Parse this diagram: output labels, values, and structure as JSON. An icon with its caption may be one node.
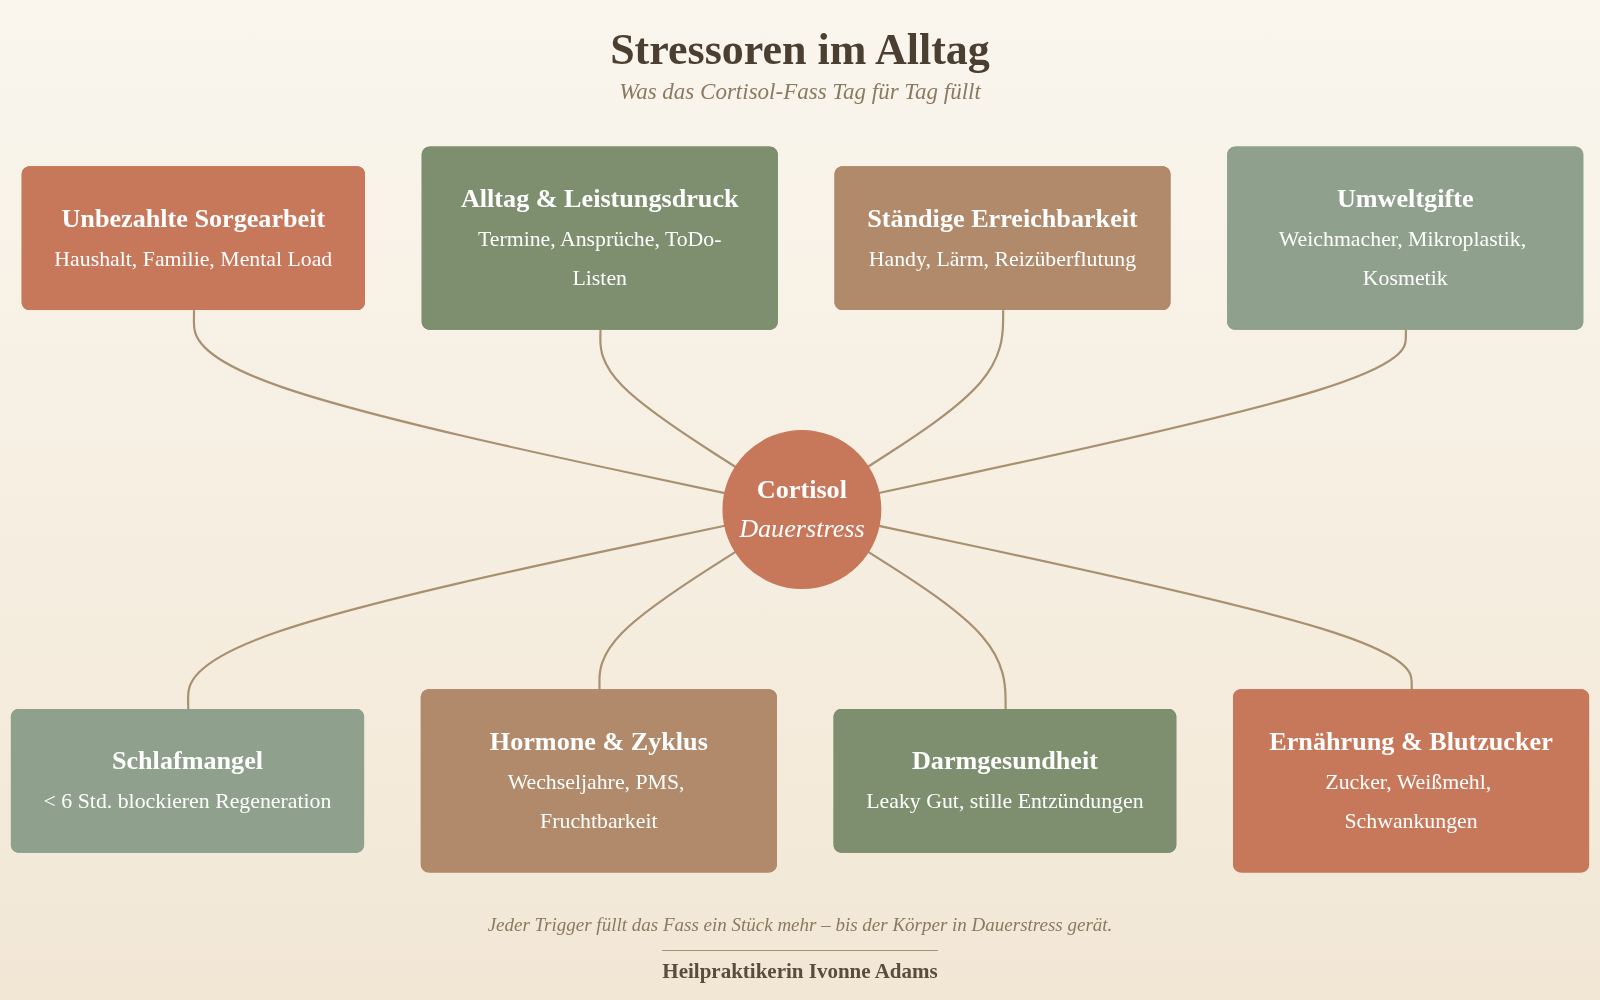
{
  "diagram": {
    "title": "Stressoren im Alltag",
    "caption": "Jeder Trigger füllt das Fass ein Stück mehr – bis der Körper in Dauerstress gerät.",
    "nodes": [
      {
        "text": [
          "Alltag & Leistungsdruck",
          "Termine, Ansprüche, ToDo-Listen"
        ]
      },
      {
        "text": [
          "Unbezahlte Sorgearbeit",
          "Haushalt, Familie, Mental Load"
        ]
      },
      {
        "text": [
          "Ständige Erreichbarkeit",
          "Handy, Lärm, Reizüberflutung"
        ]
      },
      {
        "text": [
          "Umweltgifte",
          "Weichmacher, Mikroplastik, Kosmetik"
        ]
      },
      {
        "text": [
          "Cortisol",
          "Dauerstress"
        ]
      },
      {
        "text": [
          "Schlafmangel",
          "< 6 Std. blockieren Regeneration"
        ]
      },
      {
        "text": [
          "Hormone & Zyklus",
          "Wechseljahre, PMS, Fruchtbarkeit"
        ]
      },
      {
        "text": [
          "Ernährung & Blutzucker",
          "Zucker, Weißmehl, Schwankungen"
        ]
      },
      {
        "text": [
          "Darmgesundheit",
          "Leaky Gut, stille Entzündungen"
        ]
      }
    ],
    "edges": [
      {
        "from": 1,
        "to": 4,
        "arrow": "none"
      },
      {
        "from": 0,
        "to": 4,
        "arrow": "none"
      },
      {
        "from": 2,
        "to": 4,
        "arrow": "none"
      },
      {
        "from": 3,
        "to": 4,
        "arrow": "none"
      },
      {
        "from": 4,
        "to": 5,
        "arrow": "none"
      },
      {
        "from": 4,
        "to": 6,
        "arrow": "none"
      },
      {
        "from": 4,
        "to": 8,
        "arrow": "none"
      },
      {
        "from": 4,
        "to": 7,
        "arrow": "none"
      }
    ],
    "labels": [
      "Was das Cortisol-Fass Tag für Tag füllt",
      "Heilpraktikerin Ivonne Adams"
    ]
  }
}
